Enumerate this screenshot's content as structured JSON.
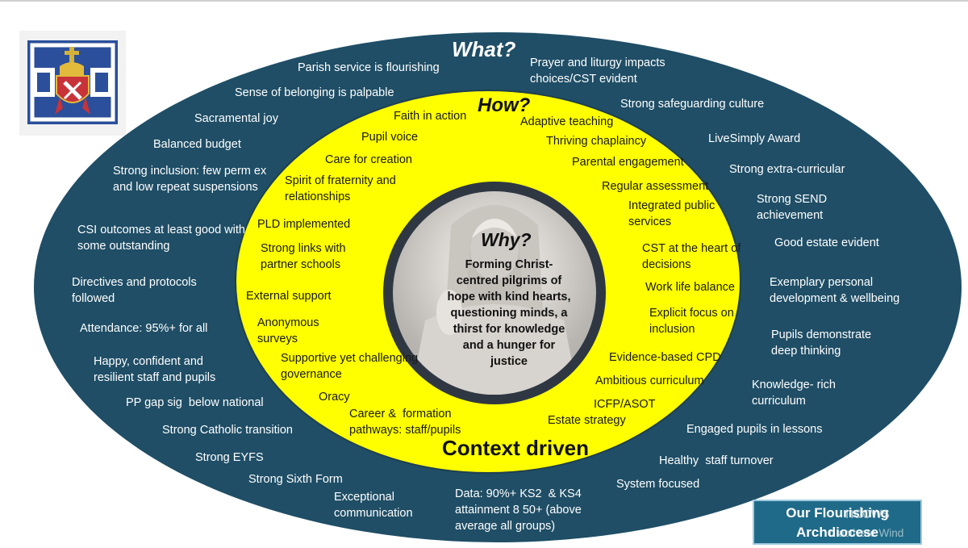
{
  "headings": {
    "what": "What?",
    "how": "How?",
    "why": "Why?",
    "context": "Context driven"
  },
  "why_text": "Forming Christ-centred pilgrims of hope with kind hearts, questioning minds, a thirst for knowledge and a hunger for justice",
  "outer_items": [
    "Parish service is flourishing",
    "Prayer and liturgy impacts choices/CST evident",
    "Sense of belonging is palpable",
    "Strong safeguarding culture",
    "Sacramental joy",
    "LiveSimply Award",
    "Balanced budget",
    "Strong extra-curricular",
    "Strong inclusion: few perm ex and low repeat suspensions",
    "Strong SEND achievement",
    "CSI outcomes at least good with some outstanding",
    "Good estate evident",
    "Directives and protocols followed",
    "Exemplary personal development & wellbeing",
    "Attendance: 95%+ for all",
    "Pupils demonstrate deep thinking",
    "Happy, confident and resilient staff and pupils",
    "Knowledge- rich curriculum",
    "PP gap sig  below national",
    "Strong Catholic transition",
    "Engaged pupils in lessons",
    "Strong EYFS",
    "Healthy  staff turnover",
    "Strong Sixth Form",
    "System focused",
    "Exceptional communication",
    "Data: 90%+ KS2  & KS4 attainment 8 50+ (above average all groups)"
  ],
  "middle_items": [
    "Faith in action",
    "Adaptive teaching",
    "Pupil voice",
    "Thriving chaplaincy",
    "Care for creation",
    "Parental engagement",
    "Spirit of fraternity and relationships",
    "Regular assessment",
    "Integrated public services",
    "PLD implemented",
    "Strong links with partner schools",
    "CST at the heart of decisions",
    "External support",
    "Work life balance",
    "Anonymous surveys",
    "Explicit focus on inclusion",
    "Supportive yet challenging  governance",
    "Evidence-based CPD",
    "Ambitious curriculum",
    "Oracy",
    "ICFP/ASOT",
    "Career &  formation pathways: staff/pupils",
    "Estate strategy"
  ],
  "title_box": {
    "line1": "Our Flourishing",
    "line2": "Archdiocese"
  },
  "watermark": {
    "line1": "ndows",
    "line2": "o activate Wind"
  },
  "colors": {
    "outer": "#1f4e66",
    "middle": "#ffff00",
    "inner_ring": "#2f3842",
    "title_box": "#1f6a88"
  },
  "icons": {
    "logo": "archdiocese-crest-icon",
    "center_image": "jesus-portrait-image"
  }
}
